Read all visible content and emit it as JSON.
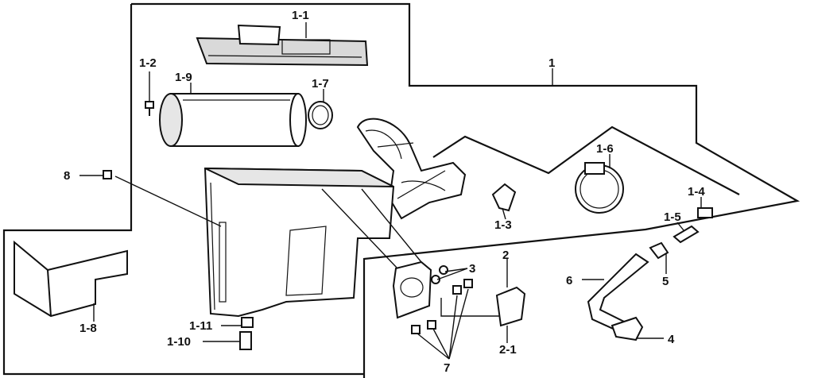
{
  "labels": {
    "p1": "1",
    "p1_1": "1-1",
    "p1_2": "1-2",
    "p1_3": "1-3",
    "p1_4": "1-4",
    "p1_5": "1-5",
    "p1_6": "1-6",
    "p1_7": "1-7",
    "p1_8": "1-8",
    "p1_9": "1-9",
    "p1_10": "1-10",
    "p1_11": "1-11",
    "p2": "2",
    "p2_1": "2-1",
    "p3": "3",
    "p4": "4",
    "p5": "5",
    "p6": "6",
    "p7": "7",
    "p8": "8"
  },
  "colors": {
    "line": "#111111",
    "background": "#ffffff",
    "shade": "#d9d9d9"
  }
}
